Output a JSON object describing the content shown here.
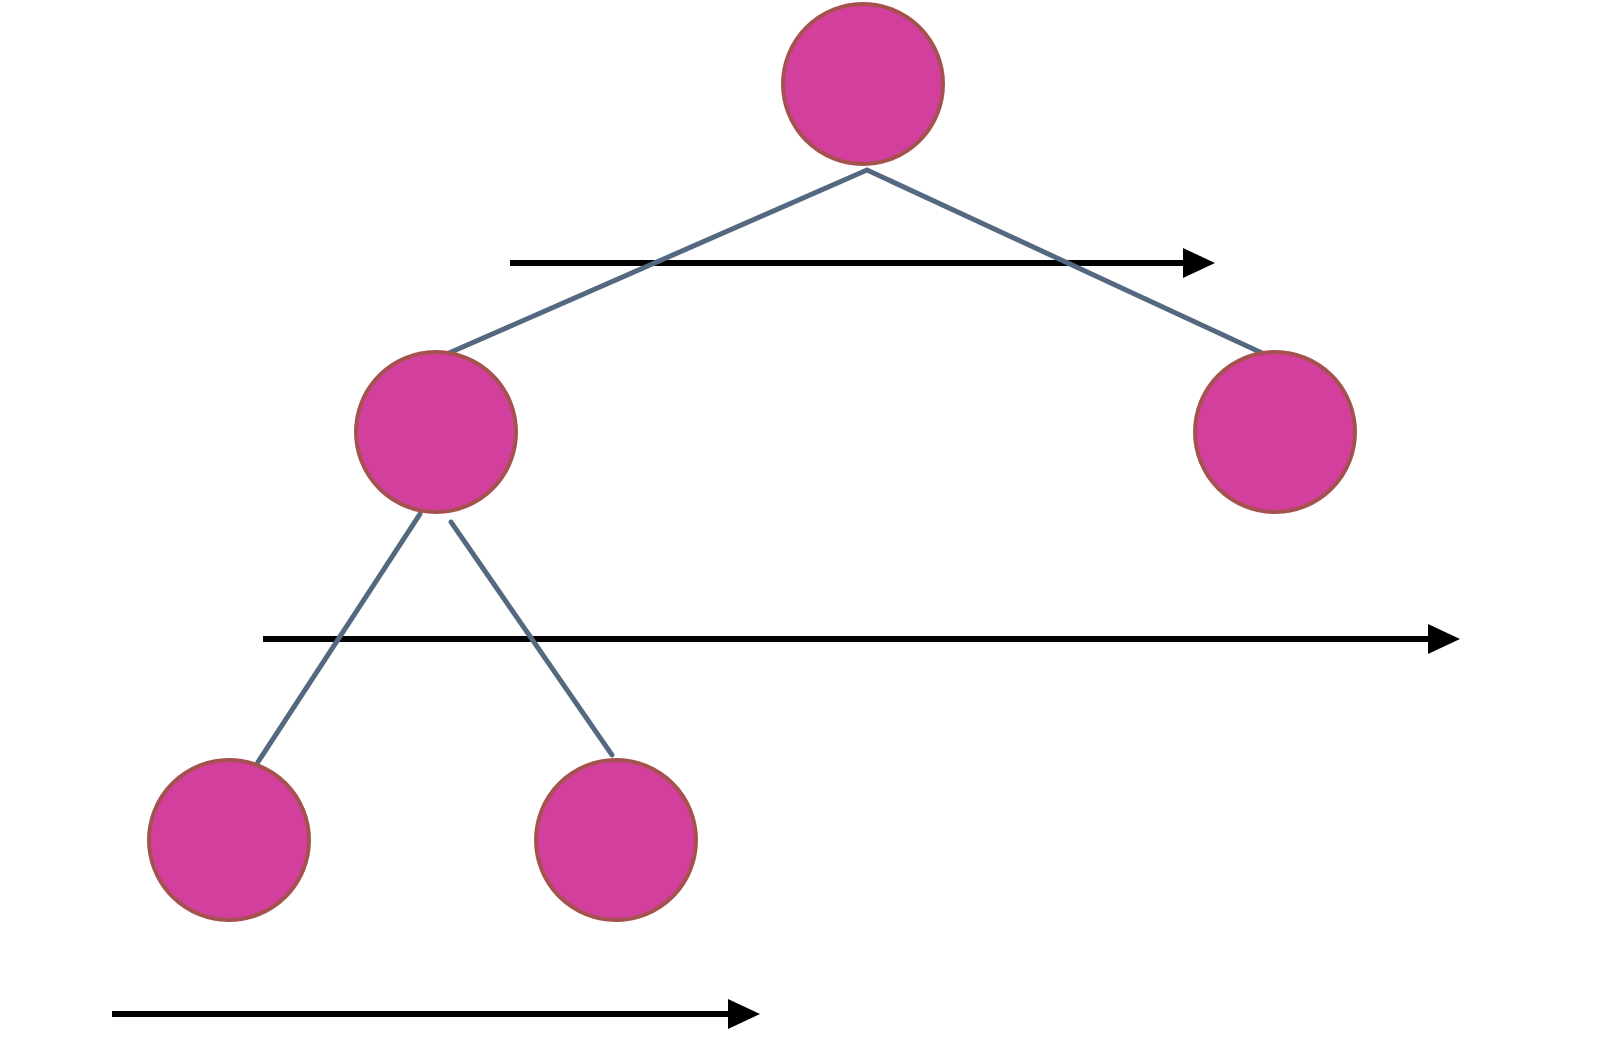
{
  "diagram": {
    "type": "binary-tree-level-order",
    "colors": {
      "background": "#ffffff",
      "node_fill": "#d33f9c",
      "node_stroke": "#a5524f",
      "edge_stroke": "#54697f",
      "arrow_stroke": "#000000"
    },
    "nodes": [
      {
        "id": "root",
        "level": 0
      },
      {
        "id": "left",
        "level": 1
      },
      {
        "id": "right",
        "level": 1
      },
      {
        "id": "left-left",
        "level": 2
      },
      {
        "id": "left-right",
        "level": 2
      }
    ],
    "edges": [
      {
        "from": "root",
        "to": "left"
      },
      {
        "from": "root",
        "to": "right"
      },
      {
        "from": "left",
        "to": "left-left"
      },
      {
        "from": "left",
        "to": "left-right"
      }
    ],
    "arrows": [
      {
        "id": "arrow-level-1",
        "direction": "right"
      },
      {
        "id": "arrow-level-2",
        "direction": "right"
      },
      {
        "id": "arrow-level-3",
        "direction": "right"
      }
    ]
  }
}
